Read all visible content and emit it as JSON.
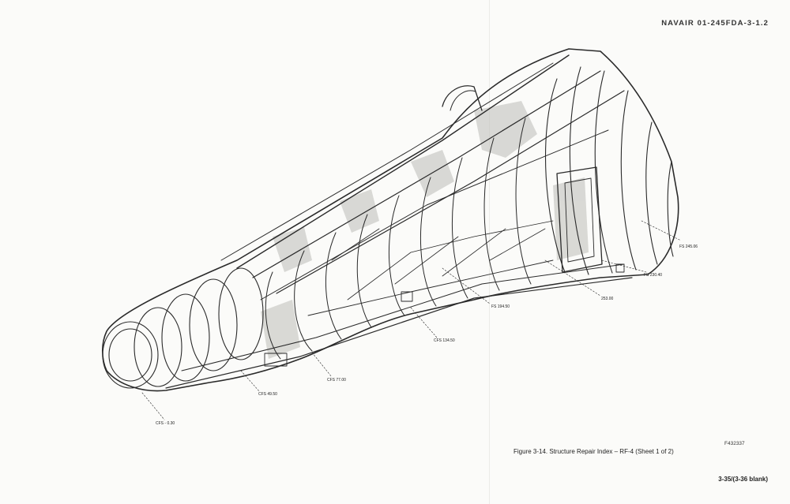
{
  "header": {
    "doc_id": "NAVAIR  01-245FDA-3-1.2"
  },
  "stations": [
    "FS 245.06",
    "FS 230.40",
    "253.00",
    "FS 194.50",
    "CFS 134.50",
    "CFS 77.00",
    "CFS 49.50",
    "CFS - 0.30"
  ],
  "footer": {
    "figure_id": "F432337",
    "caption": "Figure 3-14.  Structure Repair Index – RF-4 (Sheet 1 of 2)",
    "page_number": "3-35/(3-36  blank)"
  }
}
